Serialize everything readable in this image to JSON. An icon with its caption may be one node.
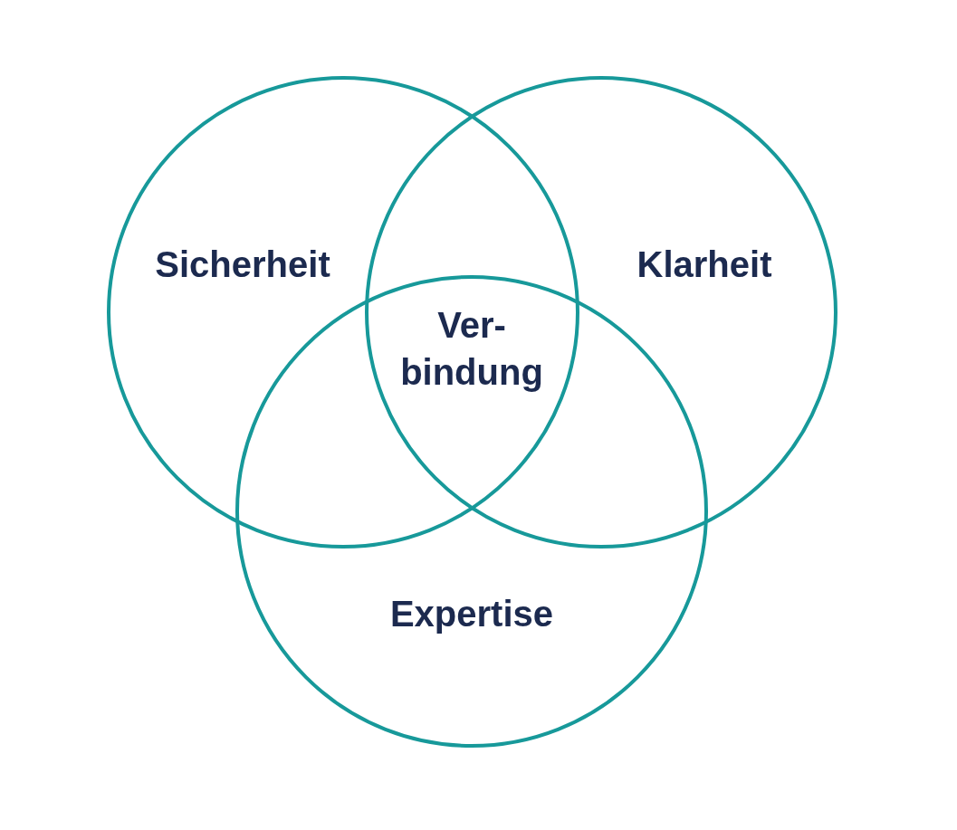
{
  "diagram": {
    "nodes": [
      {
        "text": [
          "Sicherheit"
        ]
      },
      {
        "text": [
          "Klarheit"
        ]
      },
      {
        "text": [
          "Expertise"
        ]
      }
    ],
    "edges": [],
    "labels": [
      "Ver- bindung"
    ]
  }
}
